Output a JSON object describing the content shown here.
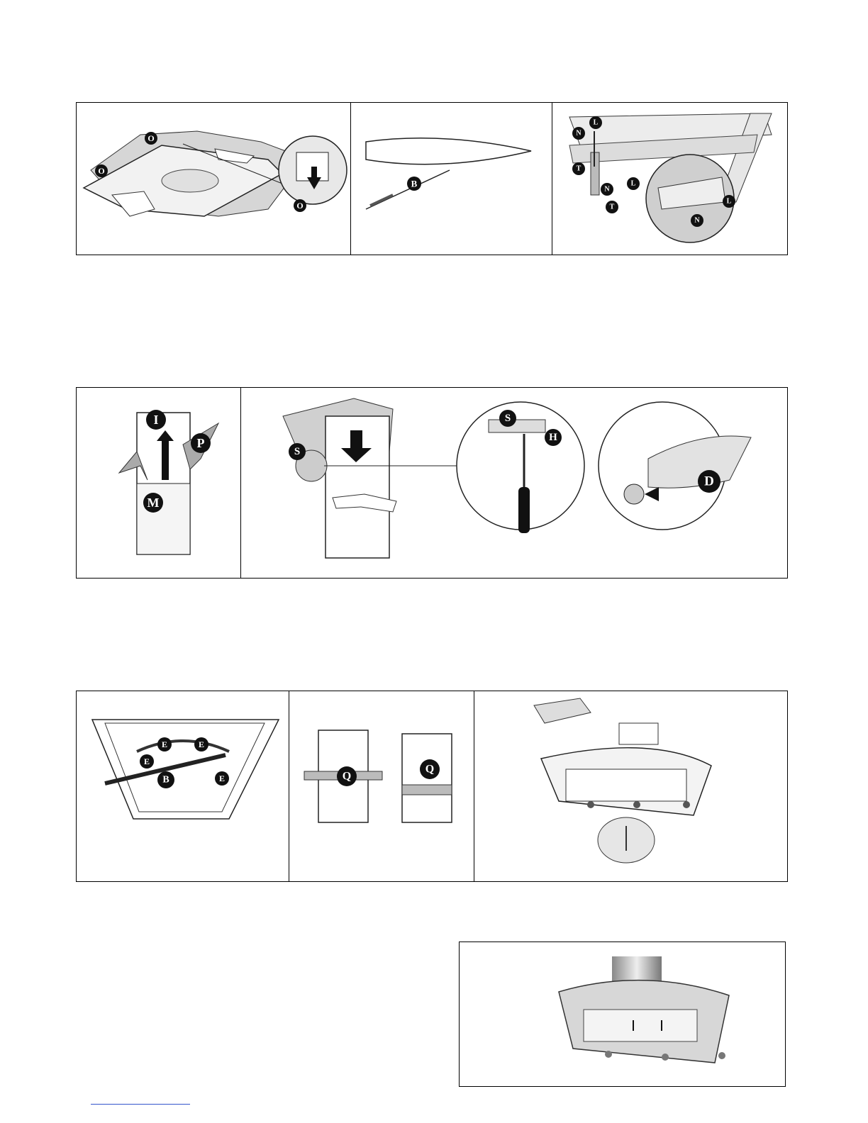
{
  "figure1": {
    "panel_a": {
      "labels": [
        "O",
        "O",
        "O"
      ]
    },
    "panel_b": {
      "labels": [
        "B"
      ]
    },
    "panel_c": {
      "labels": [
        "N",
        "L",
        "T",
        "N",
        "L",
        "T",
        "L",
        "N"
      ]
    }
  },
  "figure2": {
    "panel_a": {
      "labels": [
        "I",
        "P",
        "M"
      ]
    },
    "panel_b": {
      "labels": [
        "S",
        "S",
        "H",
        "D"
      ]
    }
  },
  "figure3": {
    "panel_a": {
      "labels": [
        "E",
        "E",
        "E",
        "B",
        "E"
      ]
    },
    "panel_b": {
      "labels": [
        "Q",
        "Q"
      ]
    },
    "panel_c": {
      "labels": []
    }
  },
  "figure4": {
    "labels": []
  },
  "colors": {
    "label_fill": "#111111",
    "shading": "#bdbdbd",
    "line": "#222222",
    "footer_link": "#3355cc"
  }
}
